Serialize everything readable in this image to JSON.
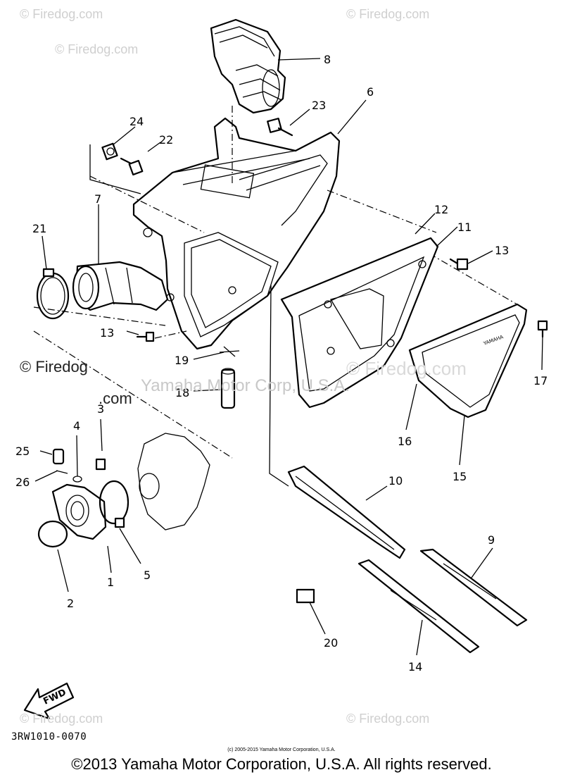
{
  "watermarks": {
    "top_left": "© Firedog.com",
    "top_right": "© Firedog.com",
    "mid_left_line1": "© Firedog",
    "mid_left_line2": ".com",
    "mid_right": "© Firedog.com",
    "bottom_left": "© Firedog.com",
    "bottom_right": "© Firedog.com",
    "center": "Yamaha Motor Corp, U.S.A."
  },
  "callouts": [
    "1",
    "2",
    "3",
    "4",
    "5",
    "6",
    "7",
    "8",
    "9",
    "10",
    "11",
    "12",
    "13",
    "13",
    "14",
    "15",
    "16",
    "17",
    "18",
    "19",
    "20",
    "21",
    "22",
    "23",
    "24",
    "25",
    "26"
  ],
  "labels": {
    "c1": "1",
    "c2": "2",
    "c3": "3",
    "c4": "4",
    "c5": "5",
    "c6": "6",
    "c7": "7",
    "c8": "8",
    "c9": "9",
    "c10": "10",
    "c11": "11",
    "c12": "12",
    "c13a": "13",
    "c13b": "13",
    "c14": "14",
    "c15": "15",
    "c16": "16",
    "c17": "17",
    "c18": "18",
    "c19": "19",
    "c20": "20",
    "c21": "21",
    "c22": "22",
    "c23": "23",
    "c24": "24",
    "c25": "25",
    "c26": "26"
  },
  "fwd_mark": "FWD",
  "cover_print": "YAMAHA",
  "diagram_code": "3RW1010-0070",
  "small_copyright": "(c) 2005-2015 Yamaha Motor Corporation, U.S.A.",
  "copyright": "©2013 Yamaha Motor Corporation, U.S.A. All rights reserved."
}
